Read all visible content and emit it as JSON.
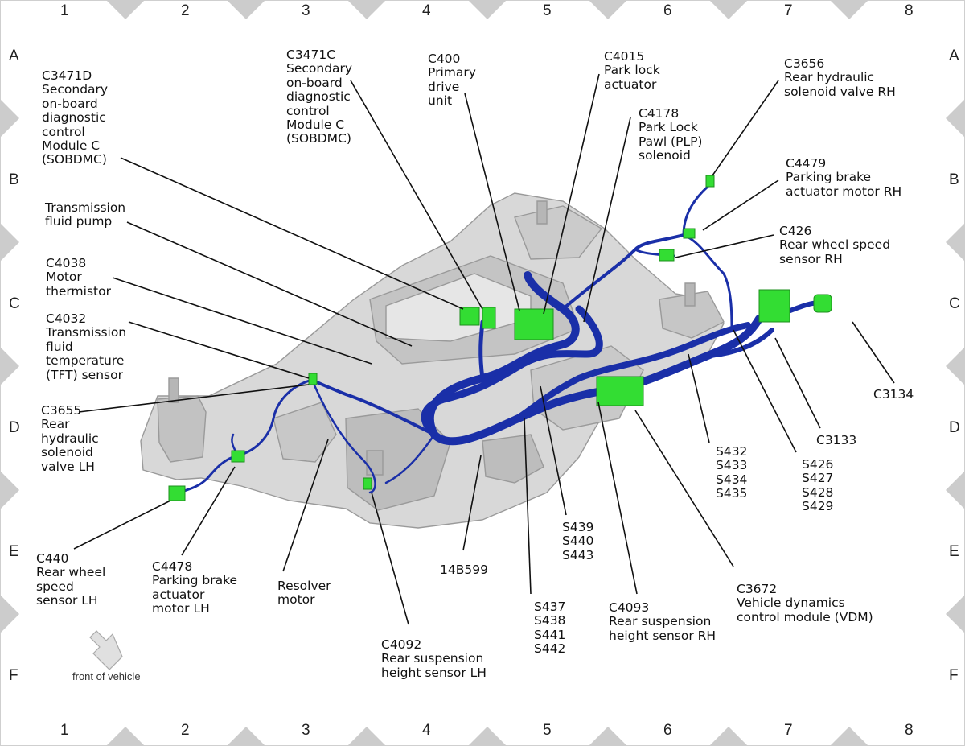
{
  "grid": {
    "columns": [
      "1",
      "2",
      "3",
      "4",
      "5",
      "6",
      "7",
      "8"
    ],
    "rows": [
      "A",
      "B",
      "C",
      "D",
      "E",
      "F"
    ]
  },
  "callouts": [
    {
      "id": "c3471d",
      "text": "C3471D\nSecondary\non-board\ndiagnostic\ncontrol\nModule C\n(SOBDMC)"
    },
    {
      "id": "c3471c",
      "text": "C3471C\nSecondary\non-board\ndiagnostic\ncontrol\nModule C\n(SOBDMC)"
    },
    {
      "id": "c400",
      "text": "C400\nPrimary\ndrive\nunit"
    },
    {
      "id": "c4015",
      "text": "C4015\nPark lock\nactuator"
    },
    {
      "id": "c4178",
      "text": "C4178\nPark Lock\nPawl (PLP)\nsolenoid"
    },
    {
      "id": "c3656",
      "text": "C3656\nRear hydraulic\nsolenoid valve RH"
    },
    {
      "id": "c4479",
      "text": "C4479\nParking brake\nactuator motor RH"
    },
    {
      "id": "c426",
      "text": "C426\nRear wheel speed\nsensor RH"
    },
    {
      "id": "tfpump",
      "text": "Transmission\nfluid pump"
    },
    {
      "id": "c4038",
      "text": "C4038\nMotor\nthermistor"
    },
    {
      "id": "c4032",
      "text": "C4032\nTransmission\nfluid\ntemperature\n(TFT) sensor"
    },
    {
      "id": "c3655",
      "text": "C3655\nRear\nhydraulic\nsolenoid\nvalve LH"
    },
    {
      "id": "c3134",
      "text": "C3134"
    },
    {
      "id": "c3133",
      "text": "C3133"
    },
    {
      "id": "s432",
      "text": "S432\nS433\nS434\nS435"
    },
    {
      "id": "s426",
      "text": "S426\nS427\nS428\nS429"
    },
    {
      "id": "s439",
      "text": "S439\nS440\nS443"
    },
    {
      "id": "b14b599",
      "text": "14B599"
    },
    {
      "id": "c440",
      "text": "C440\nRear wheel\nspeed\nsensor LH"
    },
    {
      "id": "c4478",
      "text": "C4478\nParking brake\nactuator\nmotor LH"
    },
    {
      "id": "resolver",
      "text": "Resolver\nmotor"
    },
    {
      "id": "c4092",
      "text": "C4092\nRear suspension\nheight sensor LH"
    },
    {
      "id": "s437",
      "text": "S437\nS438\nS441\nS442"
    },
    {
      "id": "c4093",
      "text": "C4093\nRear suspension\nheight sensor RH"
    },
    {
      "id": "c3672",
      "text": "C3672\nVehicle dynamics\ncontrol module (VDM)"
    }
  ],
  "front_label": "front of vehicle",
  "colors": {
    "harness": "#1a2fa8",
    "connector": "#33dd33",
    "frame": "#d9d9d9",
    "marker": "#cccccc"
  }
}
